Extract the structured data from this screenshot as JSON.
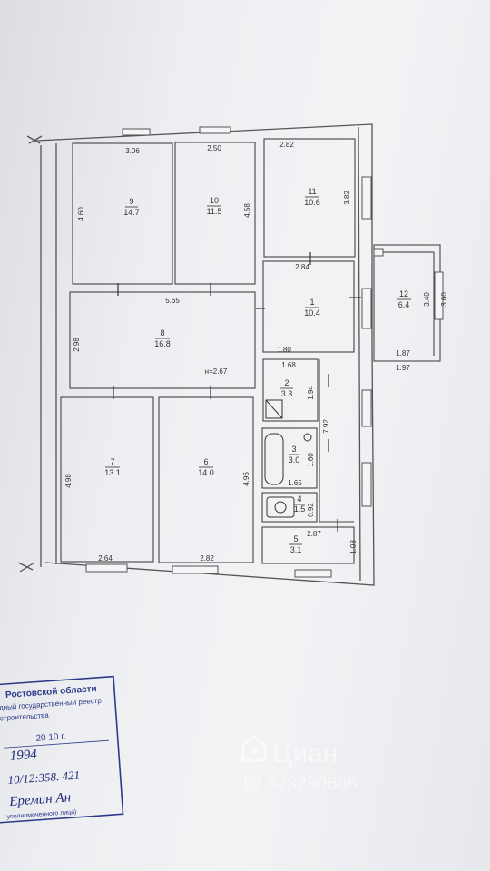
{
  "plan": {
    "rooms": [
      {
        "id": "room-9",
        "num": "9",
        "area": "14.7"
      },
      {
        "id": "room-10",
        "num": "10",
        "area": "11.5"
      },
      {
        "id": "room-11",
        "num": "11",
        "area": "10.6"
      },
      {
        "id": "room-12",
        "num": "12",
        "area": "6.4"
      },
      {
        "id": "room-1",
        "num": "1",
        "area": "10.4"
      },
      {
        "id": "room-8",
        "num": "8",
        "area": "16.8"
      },
      {
        "id": "room-2",
        "num": "2",
        "area": "3.3"
      },
      {
        "id": "room-3",
        "num": "3",
        "area": "3.0"
      },
      {
        "id": "room-4",
        "num": "4",
        "area": "1.5"
      },
      {
        "id": "room-5",
        "num": "5",
        "area": "3.1"
      },
      {
        "id": "room-7",
        "num": "7",
        "area": "13.1"
      },
      {
        "id": "room-6",
        "num": "6",
        "area": "14.0"
      }
    ],
    "dims": {
      "d306": "3.06",
      "d250": "2.50",
      "d282top": "2.82",
      "d460": "4.60",
      "d458": "4.58",
      "d382": "3.82",
      "d284": "2.84",
      "d340": "3.40",
      "d360": "3.60",
      "d565": "5.65",
      "d298": "2.98",
      "height": "н=2.67",
      "d180": "1.80",
      "d168": "1.68",
      "d187": "1.87",
      "d197": "1.97",
      "d194": "1.94",
      "d792": "7.92",
      "d160": "1.60",
      "d165": "1.65",
      "d092": "0.92",
      "d287": "2.87",
      "d108": "1.08",
      "d498": "4.98",
      "d496": "4.96",
      "d264": "2.64",
      "d282bot": "2.82"
    }
  },
  "stamp": {
    "line1": "Ростовской области",
    "line2": "дный государственный реестр",
    "line3": "строительства",
    "date_line": "20 10 г.",
    "hand_year": "1994",
    "hand_reg": "10/12:358. 421",
    "hand_sign": "Еремин Ан",
    "footer": "уполномоченного лица)"
  },
  "watermark": {
    "brand": "Циан",
    "id": "ID 323280666"
  },
  "colors": {
    "paper": "#eceef1",
    "ink": "#333333",
    "stamp": "#2d3a8a"
  }
}
